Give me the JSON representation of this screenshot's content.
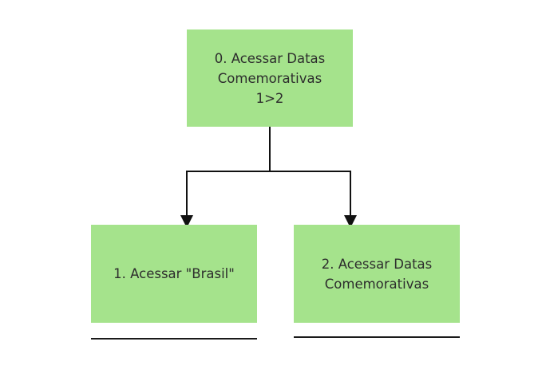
{
  "diagram": {
    "root": {
      "lines": [
        "0. Acessar Datas",
        "Comemorativas",
        "1>2"
      ]
    },
    "children": [
      {
        "lines": [
          "1. Acessar \"Brasil\""
        ]
      },
      {
        "lines": [
          "2. Acessar Datas",
          "Comemorativas"
        ]
      }
    ]
  },
  "colors": {
    "node_fill": "#a5e38c",
    "connector": "#111111",
    "text": "#2d2d2d"
  }
}
